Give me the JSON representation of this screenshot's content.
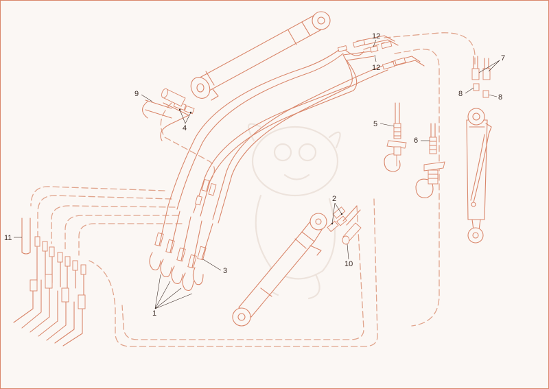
{
  "colors": {
    "line": "#d9866a",
    "dashed": "#e0a48c",
    "label": "#3a2a24",
    "frame": "#d9866a",
    "background": "#fbf7f4"
  },
  "callouts": {
    "c1": "1",
    "c2": "2",
    "c3": "3",
    "c4": "4",
    "c5": "5",
    "c6": "6",
    "c7": "7",
    "c8a": "8",
    "c8b": "8",
    "c9": "9",
    "c10": "10",
    "c11": "11",
    "c12a": "12",
    "c12b": "12"
  }
}
